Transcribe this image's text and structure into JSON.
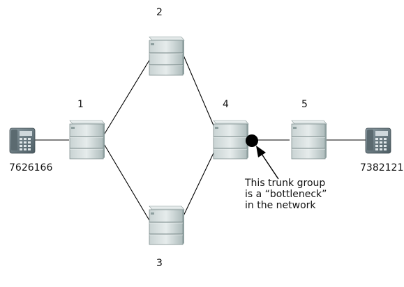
{
  "switches": [
    {
      "id": "s1",
      "label": "1"
    },
    {
      "id": "s2",
      "label": "2"
    },
    {
      "id": "s3",
      "label": "3"
    },
    {
      "id": "s4",
      "label": "4"
    },
    {
      "id": "s5",
      "label": "5"
    }
  ],
  "phones": [
    {
      "id": "left",
      "number": "7626166"
    },
    {
      "id": "right",
      "number": "7382121"
    }
  ],
  "annotation": {
    "lines": [
      "This trunk group",
      "is a “bottleneck”",
      "in the network"
    ]
  },
  "colors": {
    "link": "#000000",
    "device_light": "#e3e9e8",
    "device_mid": "#b7c4c4",
    "device_dark": "#8e9f9f",
    "phone": "#6f7f86",
    "marker": "#000000"
  }
}
